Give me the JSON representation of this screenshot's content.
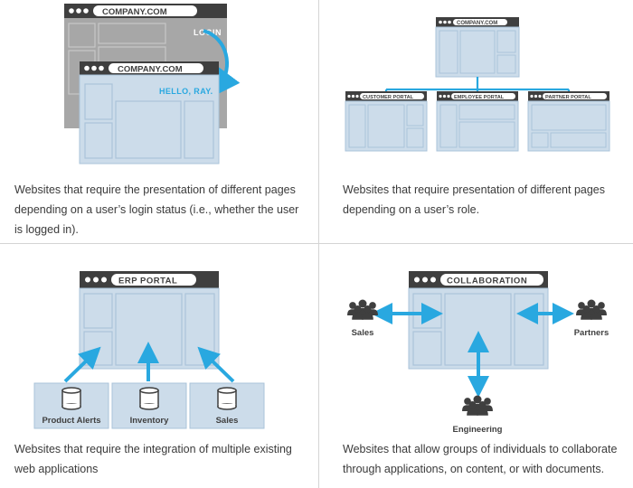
{
  "colors": {
    "accent": "#29a8e0",
    "window_light": "#ccdcea",
    "window_border": "#aac3d9",
    "window_dark": "#3f3f3f",
    "gray_window": "#a7a7a7",
    "text": "#3a3a3a"
  },
  "panel1": {
    "back_window_title": "COMPANY.COM",
    "back_window_status": "LOGIN",
    "front_window_title": "COMPANY.COM",
    "front_window_status": "HELLO, RAY.",
    "caption": "Websites that require the presentation of different pages depending on a user’s login status (i.e., whether the user is logged in)."
  },
  "panel2": {
    "top_window_title": "COMPANY.COM",
    "portals": [
      "CUSTOMER PORTAL",
      "EMPLOYEE PORTAL",
      "PARTNER PORTAL"
    ],
    "caption": "Websites that require presentation of different pages depending on a user’s role."
  },
  "panel3": {
    "window_title": "ERP PORTAL",
    "sources": [
      "Product Alerts",
      "Inventory",
      "Sales"
    ],
    "caption": "Websites that require the integration of multiple existing web applications"
  },
  "panel4": {
    "window_title": "COLLABORATION",
    "groups": [
      "Sales",
      "Partners",
      "Engineering"
    ],
    "caption": "Websites that allow groups of individuals to collaborate through applications, on content, or with documents."
  }
}
